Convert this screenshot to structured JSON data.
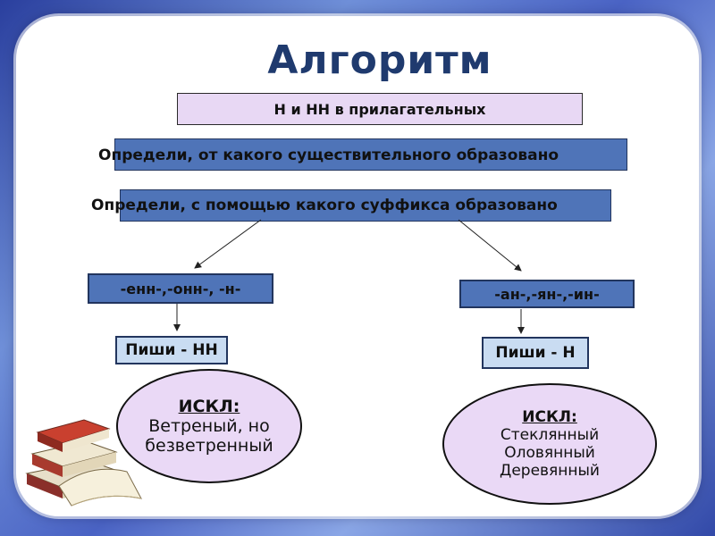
{
  "title": "Алгоритм",
  "topic": "Н и НН в прилагательных",
  "steps": [
    "Определи, от какого существительного  образовано",
    "Определи, с помощью какого суффикса образовано"
  ],
  "branches": {
    "left": {
      "suffixes": "-енн-,-онн-, -н-",
      "rule": "Пиши - НН",
      "exception_label": "ИСКЛ:",
      "exception_lines": [
        "Ветреный, но",
        "безветренный"
      ]
    },
    "right": {
      "suffixes": "-ан-,-ян-,-ин-",
      "rule": "Пиши - Н",
      "exception_label": "ИСКЛ:",
      "exception_lines": [
        "Стеклянный",
        "Оловянный",
        "Деревянный"
      ]
    }
  },
  "colors": {
    "step_bar": "#4f74b8",
    "topic_box": "#e8d8f4",
    "exception_oval": "#ead9f6",
    "title": "#1f3a6e"
  }
}
